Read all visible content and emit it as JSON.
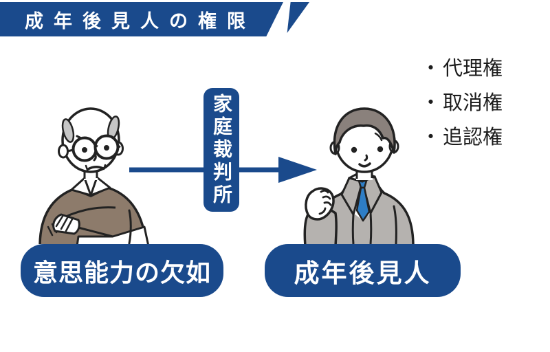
{
  "banner": {
    "title": "成年後見人の権限"
  },
  "rights_list": {
    "bullet": "・",
    "items": [
      {
        "label": "代理権"
      },
      {
        "label": "取消権"
      },
      {
        "label": "追認権"
      }
    ]
  },
  "court_box": {
    "label": "家庭裁判所"
  },
  "labels": {
    "left": "意思能力の欠如",
    "right": "成年後見人"
  },
  "figures": {
    "left": "elderly-man-arms-crossed",
    "right": "guardian-man-in-suit-fist-raised"
  },
  "colors": {
    "navy": "#1a4a8c",
    "ink": "#1c1c1c",
    "tie_blue": "#2e7ec6",
    "suit_gray": "#b5b2af",
    "sweater_brown": "#8d7b6b",
    "elder_hair_gray": "#c6c6c6",
    "guardian_hair_brown": "#8a817c",
    "background": "#ffffff"
  }
}
